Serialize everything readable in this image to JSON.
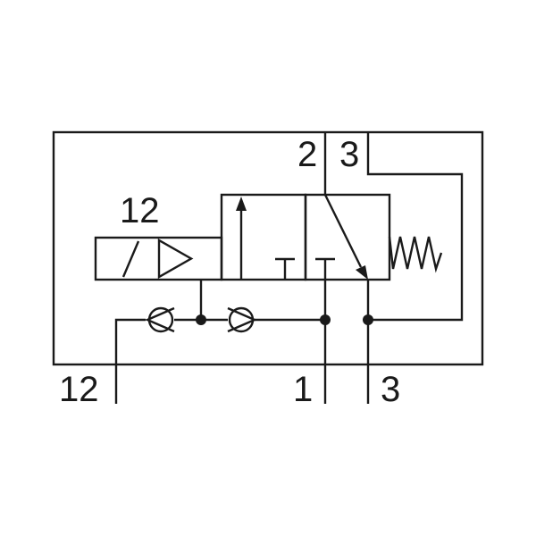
{
  "diagram": {
    "labels": {
      "solenoid_port": "12",
      "port_2": "2",
      "port_3_top": "3",
      "pilot_port": "12",
      "port_1": "1",
      "port_3_bottom": "3"
    },
    "colors": {
      "line": "#1a1a1a",
      "background": "#ffffff"
    }
  }
}
